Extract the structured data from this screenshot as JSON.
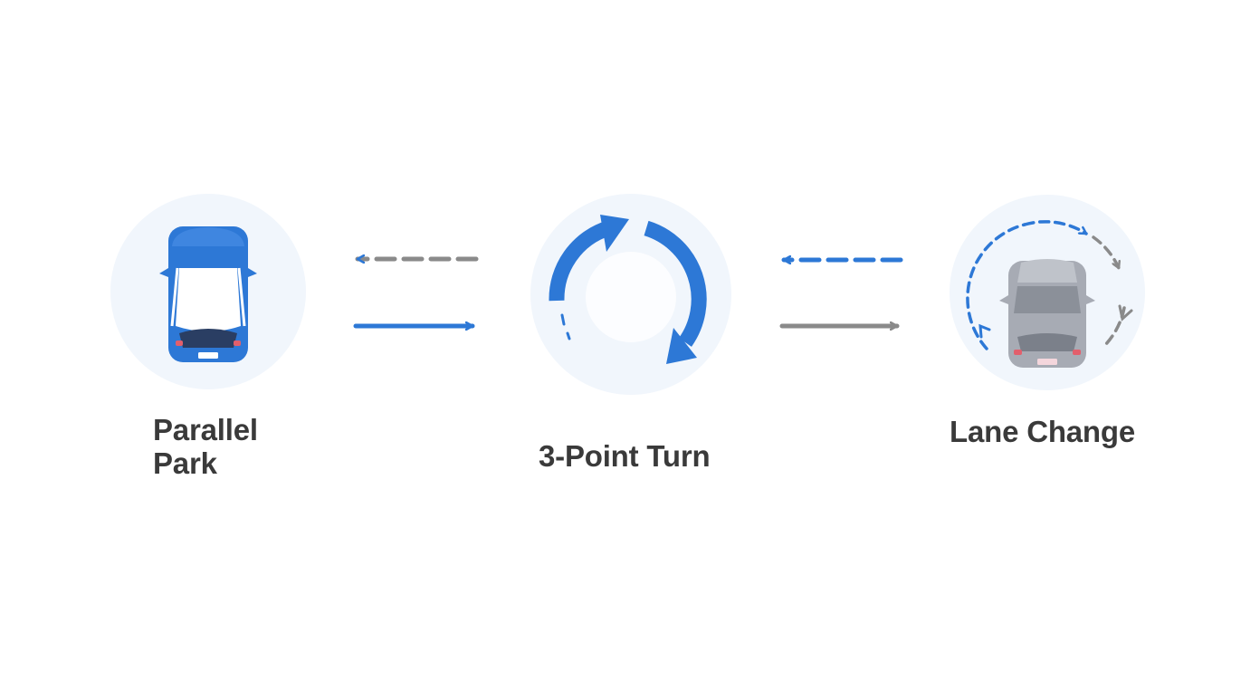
{
  "colors": {
    "accent_blue": "#2d78d6",
    "gray": "#8a8a8a",
    "car_gray": "#a7abb4",
    "circle_bg": "#f1f6fc",
    "text": "#3a3a3a"
  },
  "steps": [
    {
      "id": "parallel-park",
      "label_lines": [
        "Parallel",
        "Park"
      ],
      "icon": "blue-car-top-view-icon"
    },
    {
      "id": "three-point-turn",
      "label_lines": [
        "3-Point Turn"
      ],
      "icon": "circular-arrows-icon"
    },
    {
      "id": "lane-change",
      "label_lines": [
        "Lane Change"
      ],
      "icon": "gray-car-with-dashed-loop-icon"
    }
  ],
  "connectors": [
    {
      "between": "parallel-park / three-point-turn",
      "top_arrow": {
        "direction": "left",
        "style": "dashed",
        "color": "gray"
      },
      "bottom_arrow": {
        "direction": "right",
        "style": "solid",
        "color": "blue"
      }
    },
    {
      "between": "three-point-turn / lane-change",
      "top_arrow": {
        "direction": "left",
        "style": "dashed",
        "color": "blue"
      },
      "bottom_arrow": {
        "direction": "right",
        "style": "solid",
        "color": "gray"
      }
    }
  ]
}
